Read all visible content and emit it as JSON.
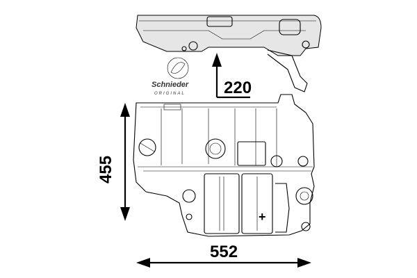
{
  "dimensions": {
    "height": "455",
    "width": "552",
    "inlet_height": "220"
  },
  "logo": {
    "brand": "Schnieder",
    "tagline": "ORIGINAL"
  },
  "tank_label": "+",
  "colors": {
    "line": "#000000",
    "shade": "#e6e6e6",
    "background": "#ffffff"
  }
}
